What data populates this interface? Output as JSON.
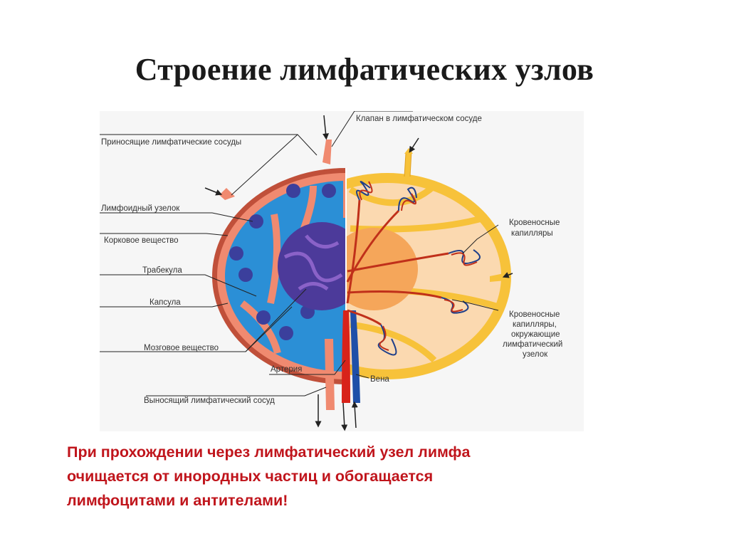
{
  "slide": {
    "title": "Строение лимфатических узлов",
    "caption_lines": [
      "При прохождении через лимфатический узел  лимфа",
      "очищается от инородных частиц и обогащается",
      "лимфоцитами и антителами!"
    ]
  },
  "diagram": {
    "labels": {
      "valve": "Клапан в лимфатическом сосуде",
      "afferent_vessels": "Приносящие лимфатические сосуды",
      "lymphoid_nodule": "Лимфоидный узелок",
      "cortex": "Корковое вещество",
      "trabecula": "Трабекула",
      "capsule": "Капсула",
      "medulla": "Мозговое вещество",
      "artery": "Артерия",
      "efferent_vessel": "Выносящий лимфатический сосуд",
      "blood_capillaries": [
        "Кровеносные",
        "капилляры"
      ],
      "nodule_capillaries": [
        "Кровеносные",
        "капилляры,",
        "окружающие",
        "лимфатический",
        "узелок"
      ],
      "vein": "Вена"
    },
    "colors": {
      "cortex_blue": "#2b8fd6",
      "nodule_purple": "#3b3f9c",
      "medulla_purple": "#4c3a9a",
      "capsule_salmon": "#f08a70",
      "capsule_dark": "#c0503a",
      "right_half_yellow": "#f7c23a",
      "right_half_peach": "#fbd9b0",
      "right_center_orange": "#f5a65a",
      "artery_red": "#d8231a",
      "vein_blue": "#1f4fa8",
      "caption_red": "#c0151c"
    }
  }
}
